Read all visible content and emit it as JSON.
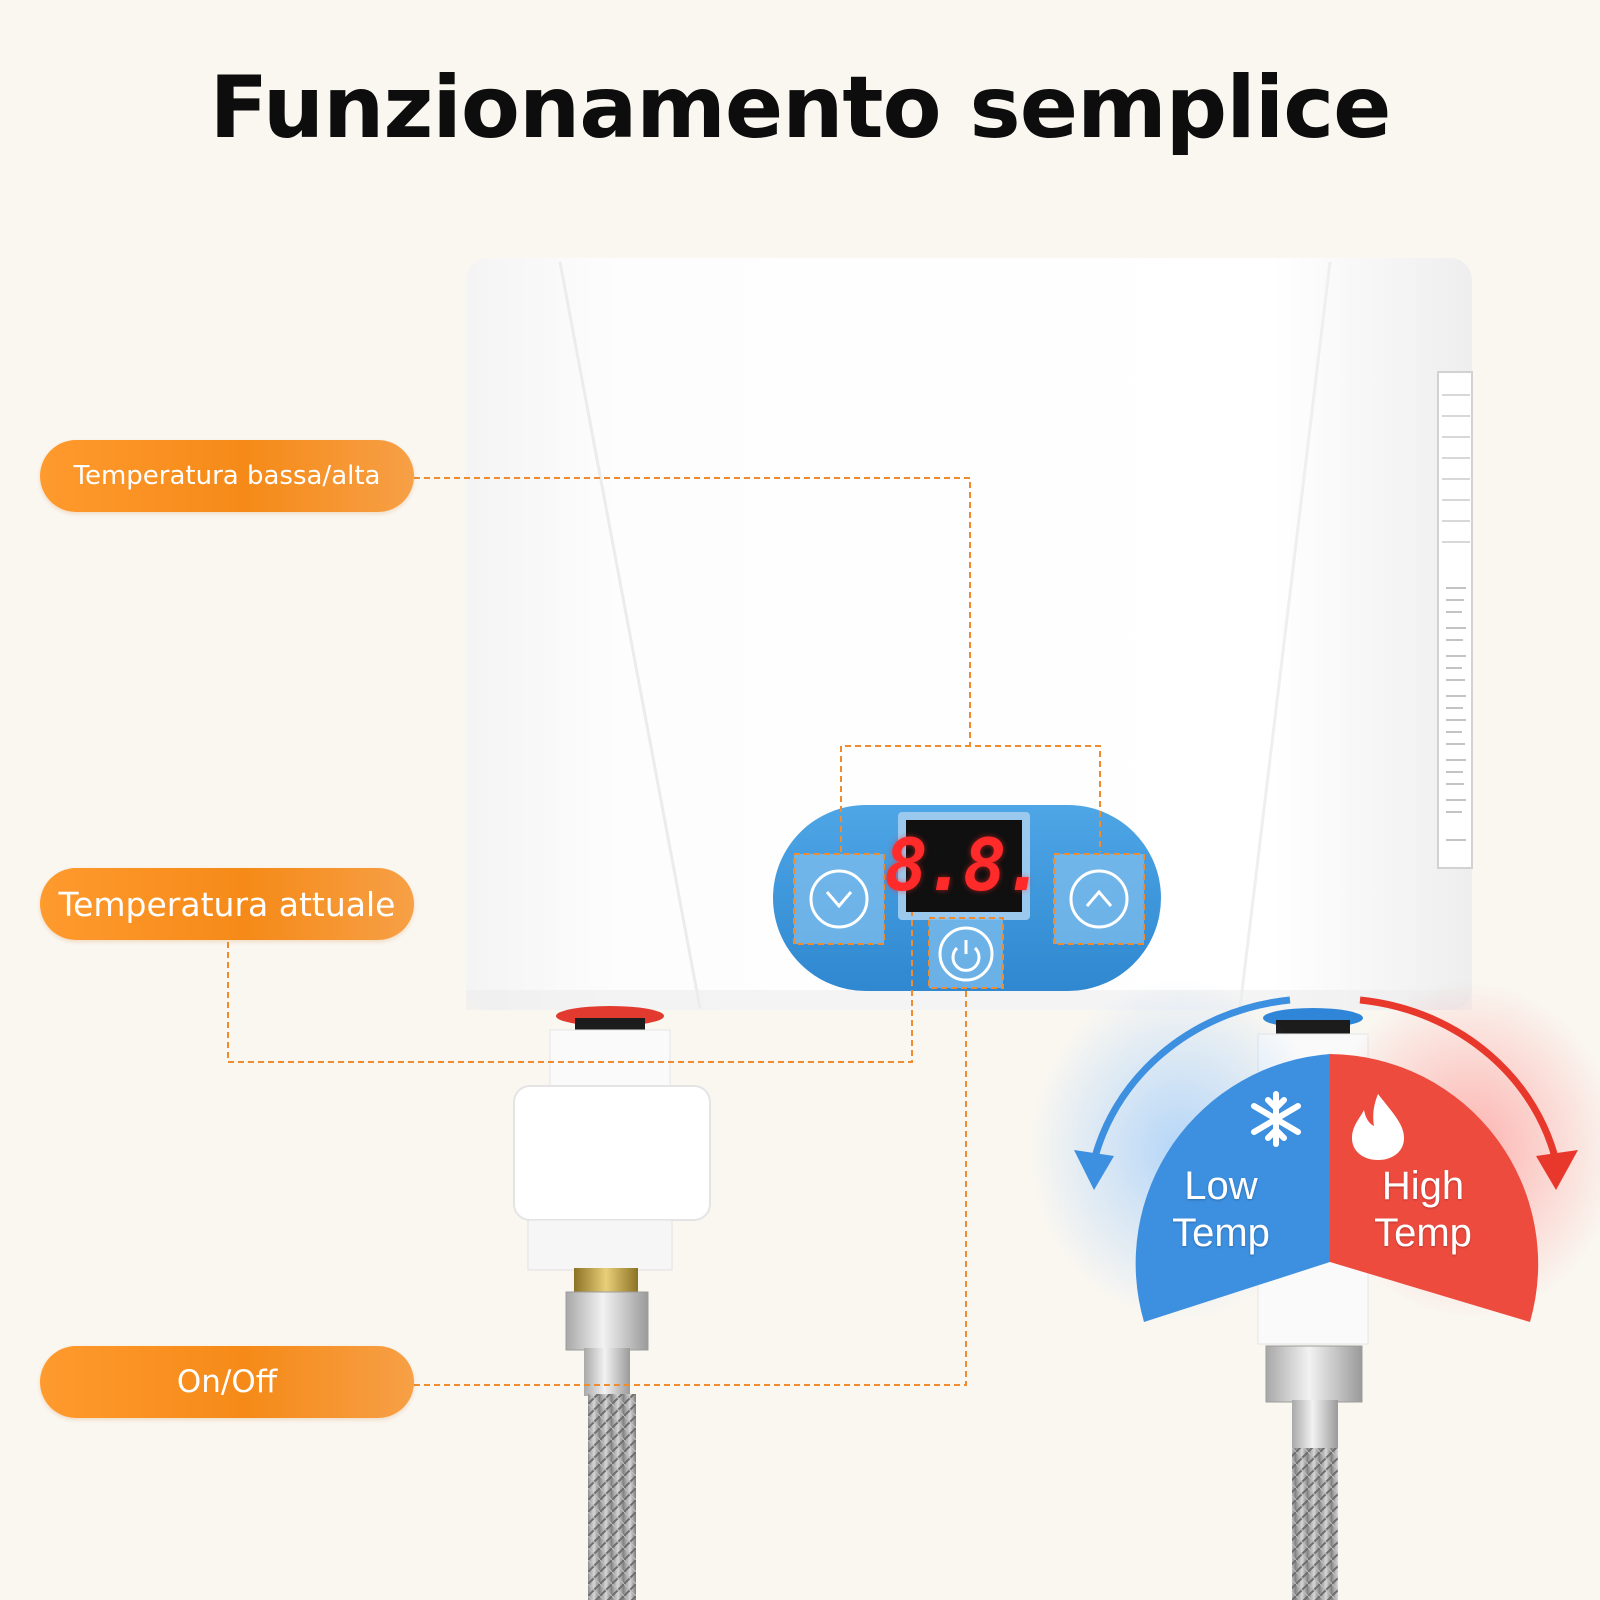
{
  "title": "Funzionamento semplice",
  "callouts": {
    "temp_low_high": "Temperatura bassa/alta",
    "current_temp": "Temperatura attuale",
    "on_off": "On/Off"
  },
  "display": {
    "digits": "8.8."
  },
  "dial": {
    "low_line1": "Low",
    "low_line2": "Temp",
    "high_line1": "High",
    "high_line2": "Temp",
    "low_color": "#3d8fe0",
    "high_color": "#ee4b3f"
  },
  "colors": {
    "accent_orange": "#f58a18",
    "panel_blue": "#3b97dc",
    "display_red": "#ff2a2a"
  },
  "icons": [
    "chevron-down-icon",
    "chevron-up-icon",
    "power-icon",
    "snowflake-icon",
    "flame-icon"
  ]
}
